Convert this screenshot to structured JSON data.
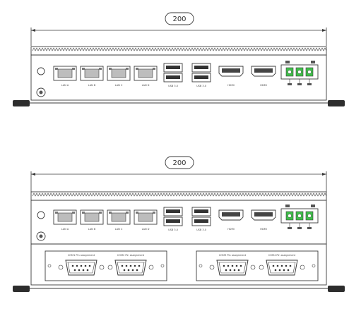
{
  "diagrams": [
    {
      "id": "top",
      "dimension_label": "200",
      "lan_labels": [
        "LAN A",
        "LAN B",
        "LAN C",
        "LAN D"
      ],
      "usb_labels": [
        "USB 3.0",
        "USB 3.0"
      ],
      "hdmi_labels": [
        "HDMI",
        "HDMI"
      ],
      "com_ports": false
    },
    {
      "id": "bottom",
      "dimension_label": "200",
      "lan_labels": [
        "LAN A",
        "LAN B",
        "LAN C",
        "LAN D"
      ],
      "usb_labels": [
        "USB 3.0",
        "USB 3.0"
      ],
      "hdmi_labels": [
        "HDMI",
        "HDMI"
      ],
      "com_ports": true,
      "com_modules": [
        {
          "left": "COM1 Pin assignment",
          "right": "COM2 Pin assignment"
        },
        {
          "left": "COM3 Pin assignment",
          "right": "COM4 Pin assignment"
        }
      ]
    }
  ],
  "colors": {
    "line": "#3a3a3a",
    "terminal_green": "#3fbf4a"
  }
}
